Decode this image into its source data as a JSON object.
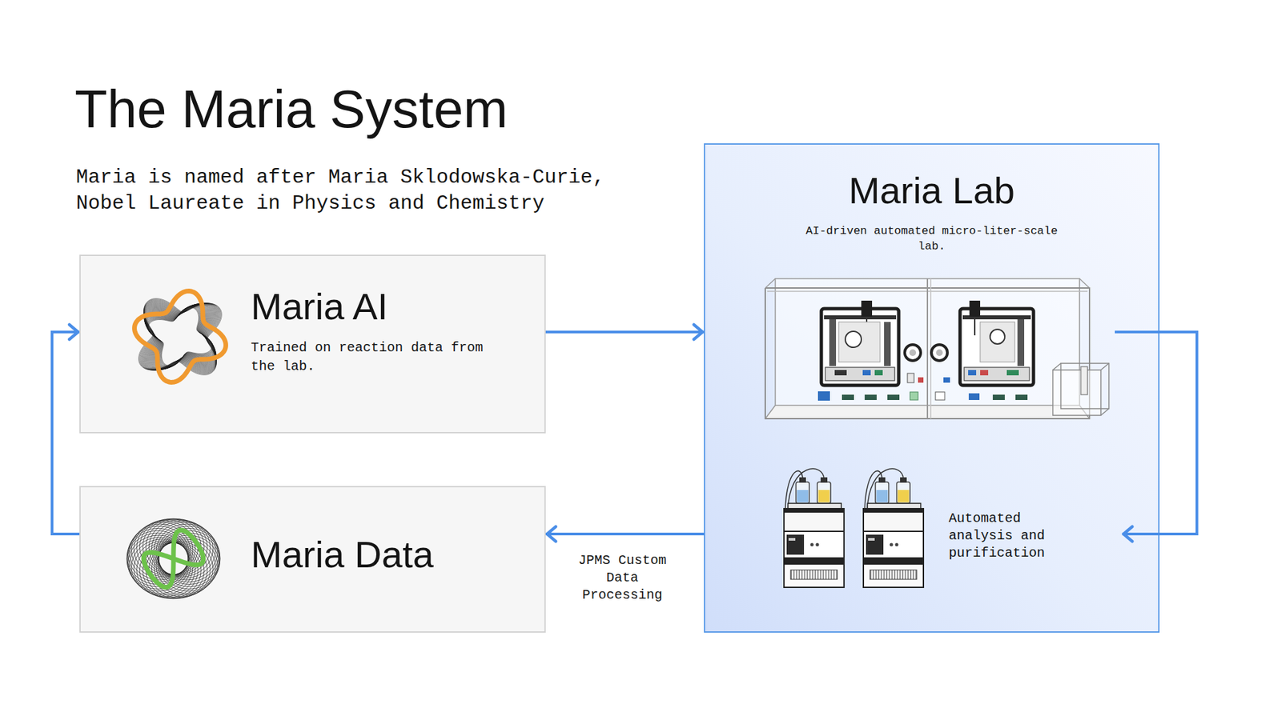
{
  "diagram": {
    "title": "The Maria System",
    "nodes": [
      {
        "text": [
          "Maria AI",
          "Trained on reaction data from the lab."
        ]
      },
      {
        "text": [
          "Maria Data"
        ]
      },
      {
        "text": [
          "Maria Lab",
          "AI-driven automated micro-liter-scale lab."
        ]
      },
      {
        "text": [
          "Automated analysis and purification"
        ],
        "in": 2
      }
    ],
    "edges": [
      {
        "from": 0,
        "to": 2,
        "arrow": "to"
      },
      {
        "from": 3,
        "to": 1,
        "label": "JPMS Custom Data Processing",
        "arrow": "to"
      },
      {
        "from": 1,
        "to": 0,
        "arrow": "to"
      }
    ],
    "labels": [
      "Maria is named after Maria Sklodowska-Curie, Nobel Laureate in Physics and Chemistry"
    ]
  }
}
